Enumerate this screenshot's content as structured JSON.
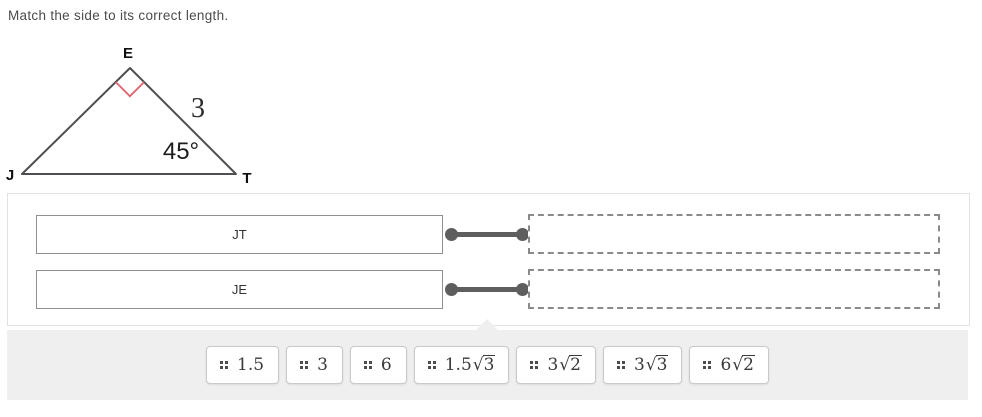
{
  "title": "Match the side to its correct length.",
  "diagram": {
    "vertices": {
      "top": "E",
      "bottom_left": "J",
      "bottom_right": "T"
    },
    "side_length_label": "3",
    "angle_label": "45°",
    "line_color": "#4f4f53",
    "right_angle_marker_color": "#e0646d"
  },
  "match": {
    "rows": [
      {
        "label": "JT"
      },
      {
        "label": "JE"
      }
    ]
  },
  "tray": {
    "chips": [
      {
        "pre": "1.5",
        "sqrt": "",
        "rad": ""
      },
      {
        "pre": "3",
        "sqrt": "",
        "rad": ""
      },
      {
        "pre": "6",
        "sqrt": "",
        "rad": ""
      },
      {
        "pre": "1.5",
        "sqrt": "√",
        "rad": "3"
      },
      {
        "pre": "3",
        "sqrt": "√",
        "rad": "2"
      },
      {
        "pre": "3",
        "sqrt": "√",
        "rad": "3"
      },
      {
        "pre": "6",
        "sqrt": "√",
        "rad": "2"
      }
    ]
  }
}
